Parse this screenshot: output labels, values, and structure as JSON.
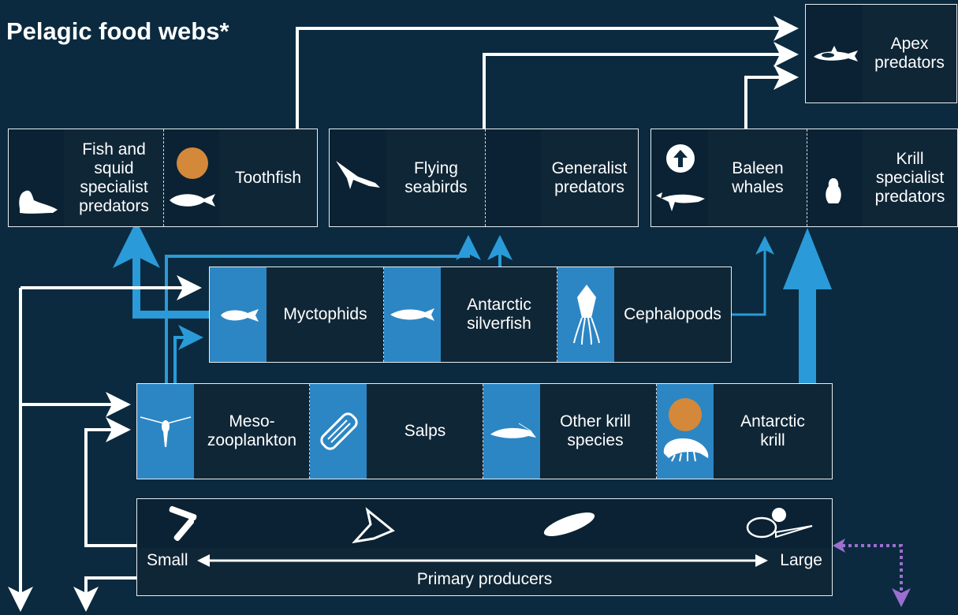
{
  "title": "Pelagic food webs*",
  "nodes": {
    "apex": "Apex predators",
    "fish_squid": "Fish and squid specialist predators",
    "toothfish": "Toothfish",
    "flying_seabirds": "Flying seabirds",
    "generalist": "Generalist predators",
    "baleen": "Baleen whales",
    "krill_specialist": "Krill specialist predators",
    "myctophids": "Myctophids",
    "silverfish": "Antarctic silverfish",
    "cephalopods": "Cephalopods",
    "meso": "Meso-zooplankton",
    "salps": "Salps",
    "other_krill": "Other krill species",
    "antarctic_krill": "Antarctic krill"
  },
  "labels": {
    "apex": [
      "Apex",
      "predators"
    ],
    "fish_squid": [
      "Fish and",
      "squid",
      "specialist",
      "predators"
    ],
    "flying_seabirds": [
      "Flying",
      "seabirds"
    ],
    "generalist": [
      "Generalist",
      "predators"
    ],
    "baleen": [
      "Baleen",
      "whales"
    ],
    "krill_specialist": [
      "Krill",
      "specialist",
      "predators"
    ],
    "silverfish": [
      "Antarctic",
      "silverfish"
    ],
    "meso": [
      "Meso-",
      "zooplankton"
    ],
    "other_krill": [
      "Other krill",
      "species"
    ],
    "antarctic_krill": [
      "Antarctic",
      "krill"
    ]
  },
  "producers": {
    "small": "Small",
    "large": "Large",
    "label": "Primary producers"
  },
  "colors": {
    "background": "#0b2a3f",
    "box": "#0f2636",
    "cell_blue": "#2c86c4",
    "arrow_blue": "#2a9bd8",
    "arrow_white": "#ffffff",
    "arrow_purple": "#9b6fcf",
    "marker_orange": "#d4883a"
  },
  "icons": [
    "seal-icon",
    "fish-icon",
    "albatross-icon",
    "whale-icon",
    "upward-arrow-circle-icon",
    "penguin-icon",
    "orca-icon",
    "myctophid-icon",
    "silverfish-icon",
    "squid-icon",
    "copepod-icon",
    "salp-icon",
    "krill-icon",
    "diatom-icon"
  ]
}
